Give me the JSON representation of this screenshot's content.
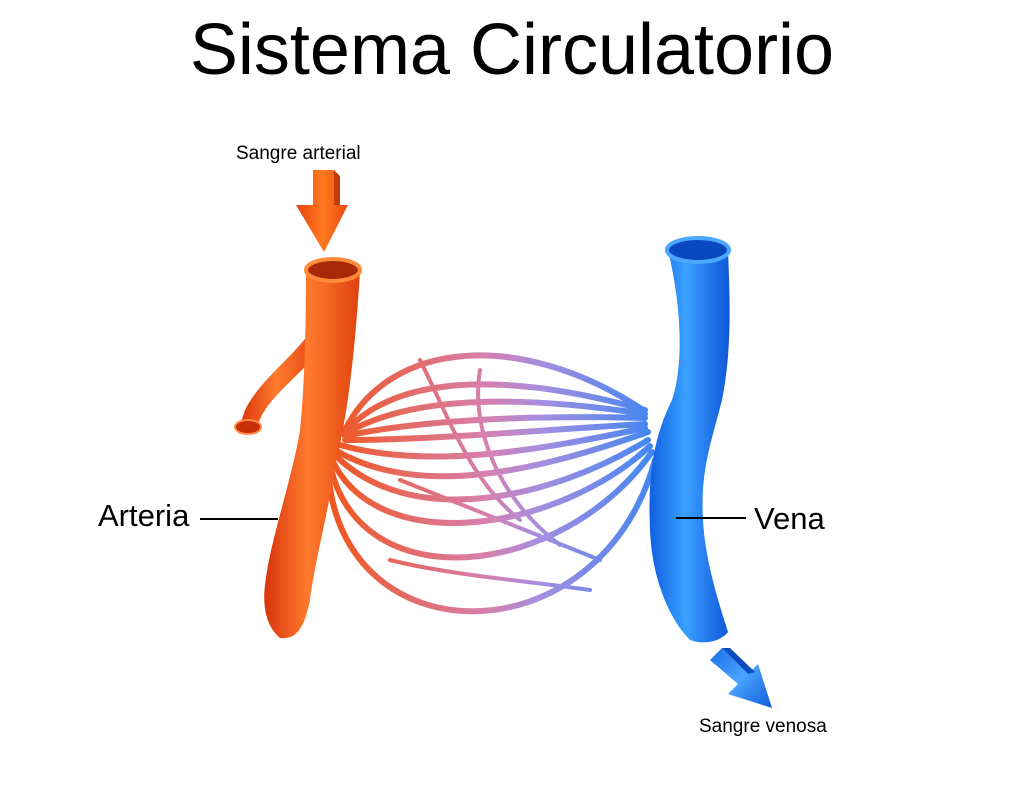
{
  "title": "Sistema Circulatorio",
  "labels": {
    "arterial_blood": "Sangre arterial",
    "venous_blood": "Sangre venosa",
    "artery": "Arteria",
    "vein": "Vena"
  },
  "colors": {
    "artery": "#f0501a",
    "vein": "#1a78f2",
    "capillary_mid": "#b58ad8",
    "arrow_in": "#f05a10",
    "arrow_out": "#1e7cf0"
  }
}
